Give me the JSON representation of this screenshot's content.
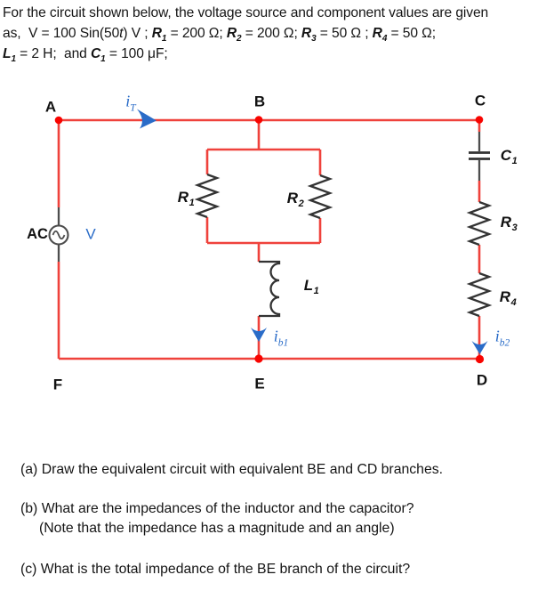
{
  "header": {
    "line1": "For the circuit shown below, the voltage source and component values are given",
    "line2": {
      "pre": "as,  V = 100 Sin(50",
      "t_var": "t",
      "mid": ") V ; ",
      "r1": "R",
      "r1sub": "1",
      "r1val": " = 200 Ω; ",
      "r2": "R",
      "r2sub": "2",
      "r2val": " = 200 Ω; ",
      "r3": "R",
      "r3sub": "3",
      "r3val": " = 50 Ω ; ",
      "r4": "R",
      "r4sub": "4",
      "r4val": " = 50 Ω;"
    },
    "line3": {
      "l1": "L",
      "l1sub": "1",
      "l1val": " = 2 H;  and ",
      "c1": "C",
      "c1sub": "1",
      "c1val": " = 100 μF;"
    }
  },
  "circuit": {
    "nodes": {
      "a": "A",
      "b": "B",
      "c": "C",
      "d": "D",
      "e": "E",
      "f": "F"
    },
    "source": {
      "ac": "AC",
      "v": "V"
    },
    "components": {
      "r1": {
        "base": "R",
        "sub": "1"
      },
      "r2": {
        "base": "R",
        "sub": "2"
      },
      "r3": {
        "base": "R",
        "sub": "3"
      },
      "r4": {
        "base": "R",
        "sub": "4"
      },
      "l1": {
        "base": "L",
        "sub": "1"
      },
      "c1": {
        "base": "C",
        "sub": "1"
      }
    },
    "currents": {
      "it": {
        "base": "i",
        "sub": "T"
      },
      "ib1": {
        "base": "i",
        "sub": "b1"
      },
      "ib2": {
        "base": "i",
        "sub": "b2"
      }
    },
    "colors": {
      "wire": "#ef423c",
      "node": "#f80400",
      "component": "#333333",
      "lead": "#4d4d4d",
      "current": "#2a6cc8",
      "label": "#111111"
    }
  },
  "questions": {
    "a": "(a) Draw the equivalent circuit with equivalent BE and CD branches.",
    "b": "(b) What are the impedances of the inductor and the capacitor?",
    "b_note": "(Note that the impedance has a magnitude and an angle)",
    "c": "(c) What is the total impedance of the BE branch of the circuit?"
  }
}
